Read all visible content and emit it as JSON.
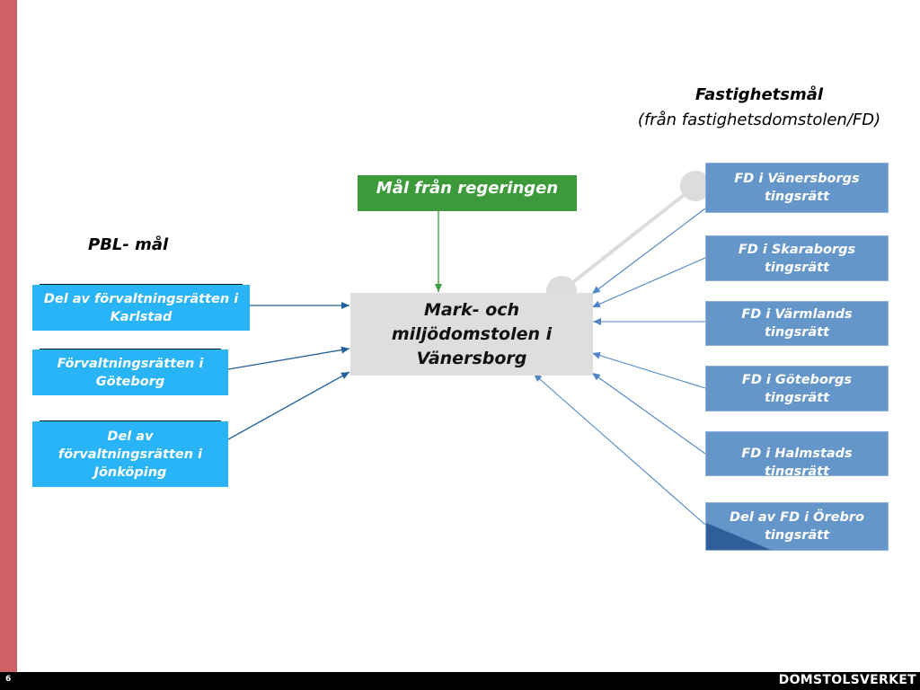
{
  "headings": {
    "fastighet_title": "Fastighetsmål",
    "fastighet_subtitle": "(från fastighetsdomstolen/FD)",
    "pbl_title": "PBL- mål"
  },
  "government_box": "Mål från regeringen",
  "central_court": "Mark- och miljödomstolen i Vänersborg",
  "pbl_sources": [
    "Del av förvaltningsrätten i Karlstad",
    "Förvaltningsrätten i Göteborg",
    "Del av förvaltningsrätten i Jönköping"
  ],
  "fd_sources": [
    "FD i Vänersborgs tingsrätt",
    "FD i Skaraborgs tingsrätt",
    "FD i Värmlands tingsrätt",
    "FD i Göteborgs tingsrätt",
    "FD i Halmstads tingsrätt",
    "Del av FD i Örebro tingsrätt"
  ],
  "footer": {
    "slide_number": "6",
    "brand": "DOMSTOLSVERKET"
  },
  "colors": {
    "side_bar": "#cd6165",
    "government_green": "#3c9a3b",
    "pbl_blue": "#28b4f7",
    "fd_blue": "#6596ca",
    "center_grey": "#dedede",
    "arrow_dark_blue": "#1f5f9c",
    "arrow_fd_blue": "#4f86c6"
  }
}
